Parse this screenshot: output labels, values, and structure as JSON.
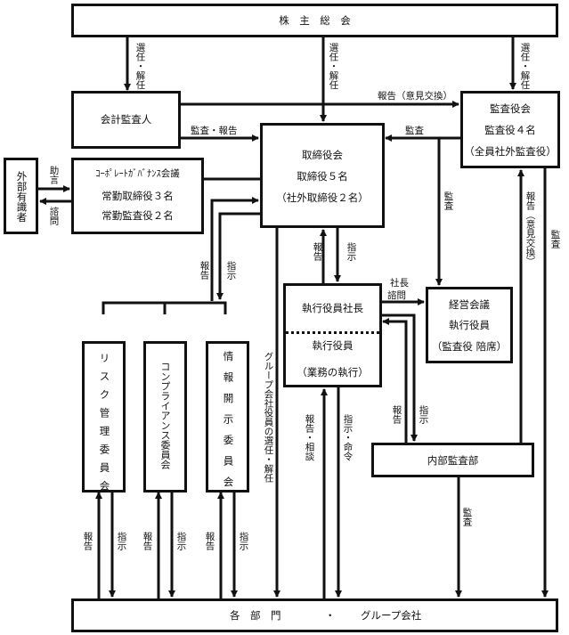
{
  "nodes": {
    "shareholders": {
      "label": "株　主　総　会"
    },
    "accounting_auditor": {
      "label": "会計監査人"
    },
    "audit_board": {
      "lines": [
        "監査役会",
        "監査役４名",
        "（全員社外監査役）"
      ]
    },
    "board": {
      "lines": [
        "取締役会",
        "取締役５名",
        "（社外取締役２名）"
      ]
    },
    "external_experts": {
      "label": "外部有識者"
    },
    "governance_council": {
      "lines": [
        "ｺｰﾎﾟﾚｰﾄｶﾞﾊﾞﾅﾝｽ会議",
        "常勤取締役３名",
        "常勤監査役２名"
      ]
    },
    "executive": {
      "top": "執行役員社長",
      "bottom_lines": [
        "執行役員",
        "（業務の執行）"
      ]
    },
    "management_meeting": {
      "lines": [
        "経営会議",
        "執行役員",
        "（監査役 陪席）"
      ]
    },
    "risk_committee": {
      "label": "リスク管理委員会"
    },
    "compliance_committee": {
      "label": "コンプライアンス委員会"
    },
    "disclosure_committee": {
      "label": "情報開示委員会"
    },
    "internal_audit": {
      "label": "内部監査部"
    },
    "departments": {
      "left": "各　部　門",
      "dot": "・",
      "right": "グループ会社"
    }
  },
  "edges": {
    "appoint_dismiss": "選任・解任",
    "report_opinion": "報告（意見交換）",
    "audit_report": "監査・報告",
    "audit": "監査",
    "advice": "助言",
    "consult": "諮問",
    "report": "報告",
    "instruct": "指示",
    "president_consult": "社長諮問",
    "group_officers": "グループ会社役員の選任・解任",
    "report_consult": "報告・相談",
    "instruct_order": "指示・命令"
  }
}
